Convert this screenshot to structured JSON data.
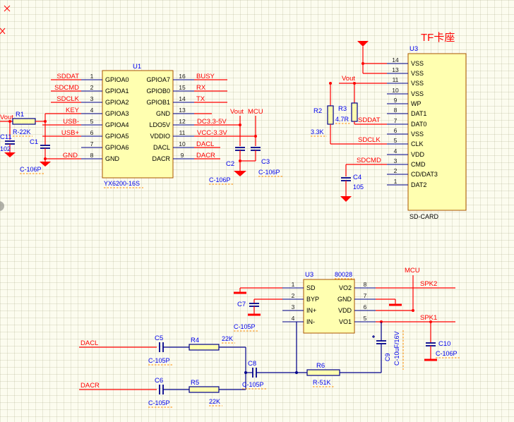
{
  "u1": {
    "ref": "U1",
    "part": "YX6200-16S",
    "left": [
      {
        "num": "1",
        "name": "GPIOA0",
        "net": "SDDAT"
      },
      {
        "num": "2",
        "name": "GPIOA1",
        "net": "SDCMD"
      },
      {
        "num": "3",
        "name": "GPIOA2",
        "net": "SDCLK"
      },
      {
        "num": "4",
        "name": "GPIOA3",
        "net": "KEY"
      },
      {
        "num": "5",
        "name": "GPIOA4",
        "net": "USB-"
      },
      {
        "num": "6",
        "name": "GPIOA5",
        "net": "USB+"
      },
      {
        "num": "7",
        "name": "GPIOA6",
        "net": ""
      },
      {
        "num": "8",
        "name": "GND",
        "net": "GND"
      }
    ],
    "right": [
      {
        "num": "16",
        "name": "GPIOA7",
        "net": "BUSY"
      },
      {
        "num": "15",
        "name": "GPIOB0",
        "net": "RX"
      },
      {
        "num": "14",
        "name": "GPIOB1",
        "net": "TX"
      },
      {
        "num": "13",
        "name": "GND",
        "net": ""
      },
      {
        "num": "12",
        "name": "LDO5V",
        "net": "DC3.3-5V"
      },
      {
        "num": "11",
        "name": "VDDIO",
        "net": "VCC-3.3V"
      },
      {
        "num": "10",
        "name": "DACL",
        "net": "DACL"
      },
      {
        "num": "9",
        "name": "DACR",
        "net": "DACR"
      }
    ]
  },
  "left_parts": {
    "vout": "Vout",
    "r1": {
      "ref": "R1",
      "value": "R-22K"
    },
    "c11": {
      "ref": "C11",
      "value": "102"
    },
    "c1": {
      "ref": "C1",
      "value": "C-106P"
    }
  },
  "u1_caps": {
    "vout": "Vout",
    "mcu": "MCU",
    "c2": {
      "ref": "C2",
      "value": "C-106P"
    },
    "c3": {
      "ref": "C3",
      "value": "C-106P"
    }
  },
  "sdcard": {
    "title": "TF卡座",
    "ref": "U3",
    "part": "SD-CARD",
    "pins": [
      {
        "num": "14",
        "name": "VSS"
      },
      {
        "num": "13",
        "name": "VSS"
      },
      {
        "num": "11",
        "name": "VSS"
      },
      {
        "num": "10",
        "name": "VSS"
      },
      {
        "num": "9",
        "name": "WP"
      },
      {
        "num": "8",
        "name": "DAT1"
      },
      {
        "num": "7",
        "name": "DAT0"
      },
      {
        "num": "6",
        "name": "VSS"
      },
      {
        "num": "5",
        "name": "CLK"
      },
      {
        "num": "4",
        "name": "VDD"
      },
      {
        "num": "3",
        "name": "CMD"
      },
      {
        "num": "2",
        "name": "CD/DAT3"
      },
      {
        "num": "1",
        "name": "DAT2"
      }
    ],
    "nets": {
      "vout": "Vout",
      "sddat": "SDDAT",
      "sdclk": "SDCLK",
      "sdcmd": "SDCMD"
    },
    "r2": {
      "ref": "R2",
      "value": "3.3K"
    },
    "r3": {
      "ref": "R3",
      "value": "4.7R"
    },
    "c4": {
      "ref": "C4",
      "value": "105"
    }
  },
  "amp": {
    "ref": "U3",
    "part": "80028",
    "left": [
      {
        "num": "1",
        "name": "SD"
      },
      {
        "num": "2",
        "name": "BYP"
      },
      {
        "num": "3",
        "name": "IN+"
      },
      {
        "num": "4",
        "name": "IN-"
      }
    ],
    "right": [
      {
        "num": "8",
        "name": "VO2"
      },
      {
        "num": "7",
        "name": "GND"
      },
      {
        "num": "6",
        "name": "VDD"
      },
      {
        "num": "5",
        "name": "VO1"
      }
    ],
    "nets": {
      "mcu": "MCU",
      "spk1": "SPK1",
      "spk2": "SPK2",
      "dacl": "DACL",
      "dacr": "DACR"
    },
    "c5": {
      "ref": "C5",
      "value": "C-105P"
    },
    "c6": {
      "ref": "C6",
      "value": "C-105P"
    },
    "c7": {
      "ref": "C7",
      "value": "C-105P"
    },
    "c8": {
      "ref": "C8",
      "value": "C-105P"
    },
    "c9": {
      "ref": "C9",
      "value": "C-10uF/16V"
    },
    "c10": {
      "ref": "C10",
      "value": "C-106P"
    },
    "r4": {
      "ref": "R4",
      "value": "22K"
    },
    "r5": {
      "ref": "R5",
      "value": "22K"
    },
    "r6": {
      "ref": "R6",
      "value": "R-51K"
    }
  }
}
